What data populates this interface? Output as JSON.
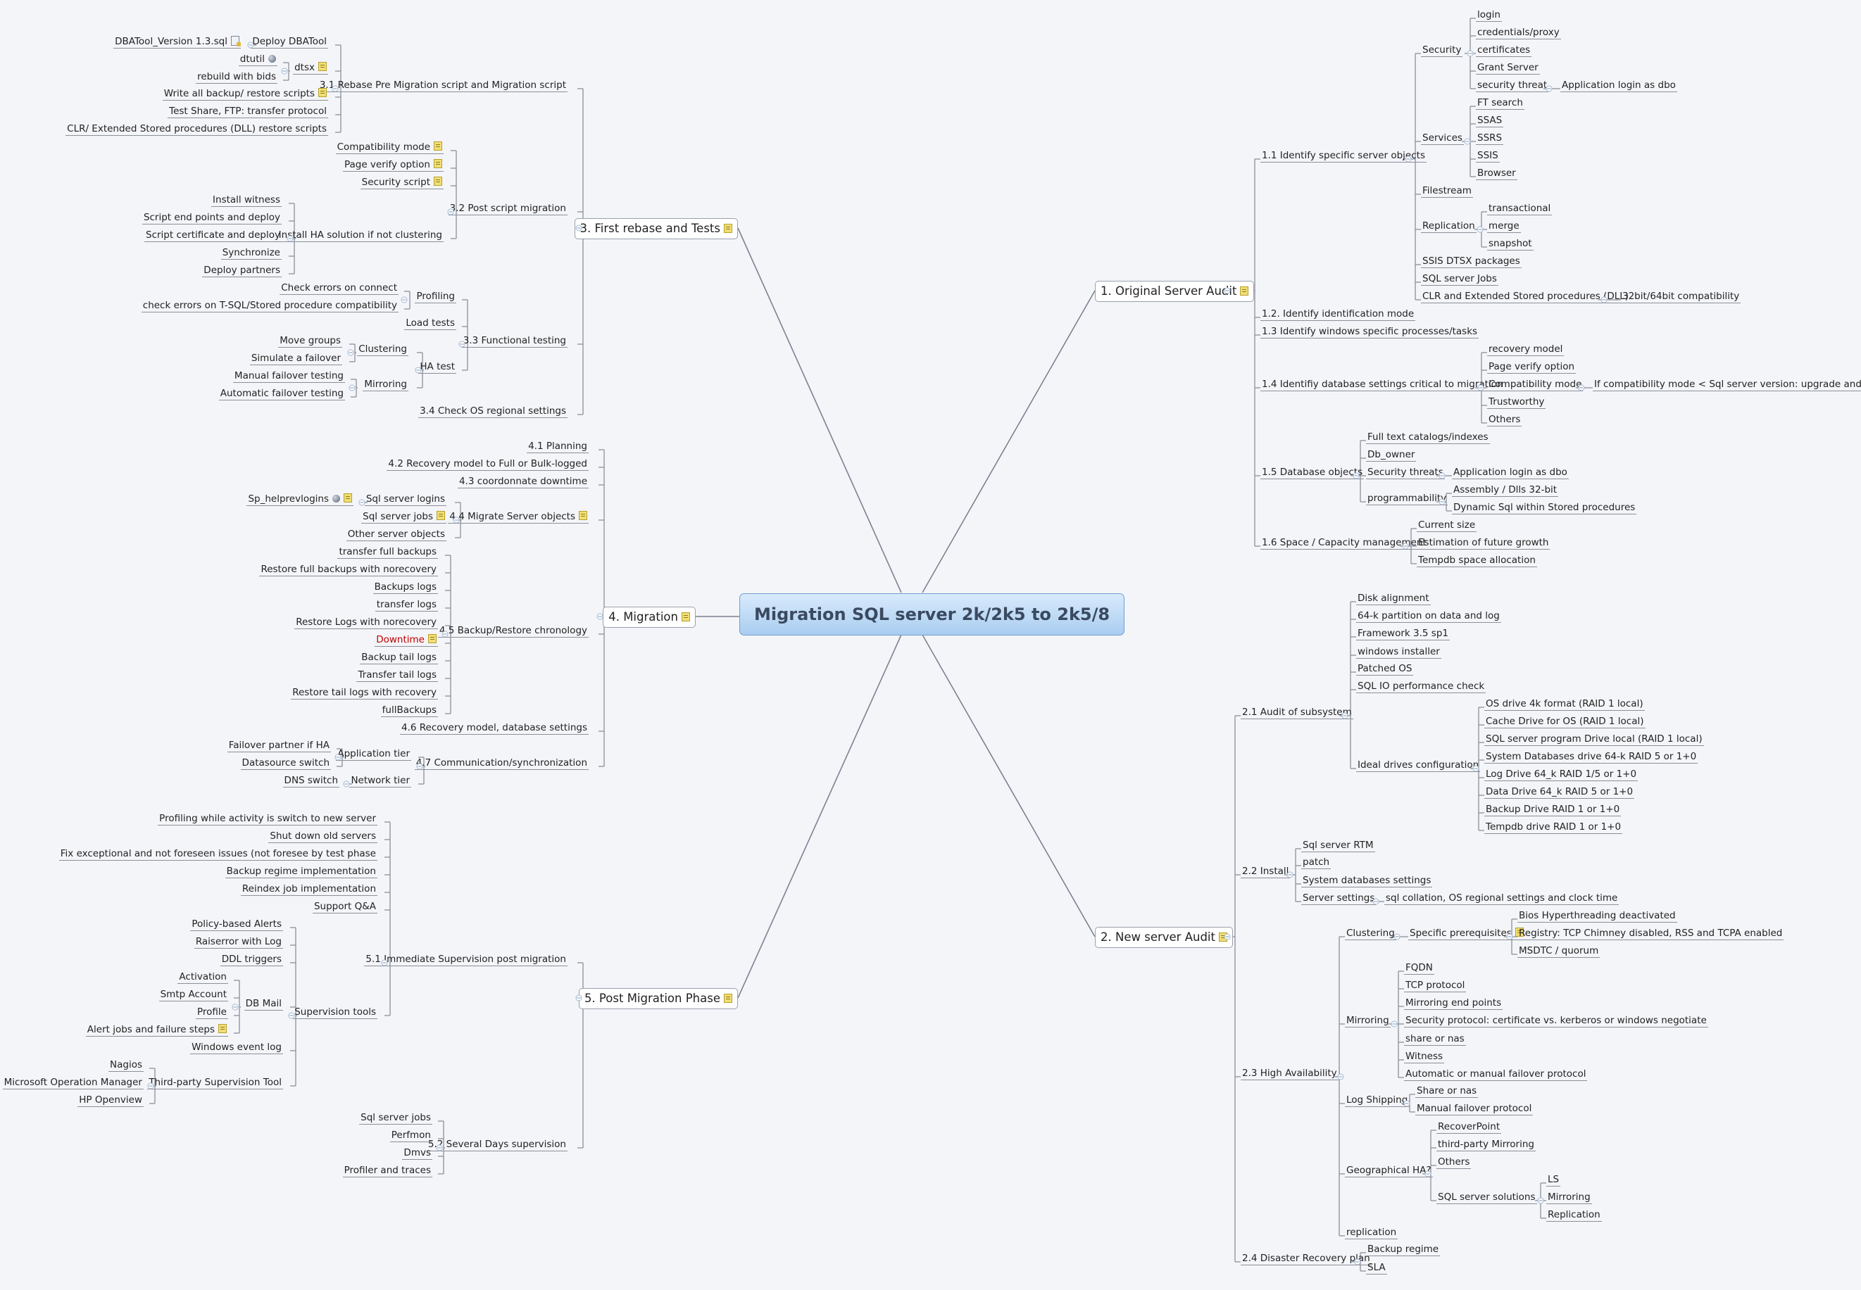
{
  "central": "Migration SQL server 2k/2k5 to 2k5/8",
  "branches": {
    "b1": "1. Original Server Audit",
    "b2": "2. New server Audit",
    "b3": "3. First rebase and Tests",
    "b4": "4. Migration",
    "b5": "5. Post Migration Phase"
  },
  "audit": {
    "s1_1": "1.1 Identify specific server objects",
    "security": "Security",
    "security_items": [
      "login",
      "credentials/proxy",
      "certificates",
      "Grant Server",
      "security threat"
    ],
    "security_threat_detail": "Application login as dbo",
    "services": "Services",
    "services_items": [
      "FT search",
      "SSAS",
      "SSRS",
      "SSIS",
      "Browser"
    ],
    "filestream": "Filestream",
    "replication": "Replication",
    "replication_items": [
      "transactional",
      "merge",
      "snapshot"
    ],
    "ssis_dtsx": "SSIS DTSX packages",
    "sql_jobs": "SQL server Jobs",
    "clr": "CLR and Extended Stored procedures (DLL)",
    "clr_detail": "32bit/64bit compatibility",
    "s1_2": "1.2. Identify identification mode",
    "s1_3": "1.3 Identify windows specific processes/tasks",
    "s1_4": "1.4 Identifiy database settings critical to migration",
    "db_settings": [
      "recovery model",
      "Page verify option",
      "Compatibility mode",
      "Trustworthy",
      "Others"
    ],
    "compat_detail": "If compatibility mode < Sql server version: upgrade and test",
    "s1_5": "1.5 Database objects",
    "db_objects": [
      "Full text catalogs/indexes",
      "Db_owner",
      "Security threats",
      "programmability"
    ],
    "sec_threats_detail": "Application login as dbo",
    "programmability_items": [
      "Assembly / Dlls 32-bit",
      "Dynamic Sql within Stored procedures"
    ],
    "s1_6": "1.6 Space / Capacity management",
    "capacity_items": [
      "Current size",
      "Estimation of future growth",
      "Tempdb space allocation"
    ]
  },
  "newaudit": {
    "s2_1": "2.1 Audit of subsystem",
    "subsystem_items": [
      "Disk alignment",
      "64-k partition on data and log",
      "Framework 3.5 sp1",
      "windows installer",
      "Patched OS",
      "SQL IO performance check"
    ],
    "ideal_drives": "Ideal drives configuration",
    "drives": [
      "OS drive 4k format (RAID 1 local)",
      "Cache Drive for OS (RAID 1 local)",
      "SQL server program Drive local (RAID 1 local)",
      "System Databases drive 64-k RAID 5 or 1+0",
      "Log Drive 64_k RAID 1/5 or 1+0",
      "Data Drive 64_k RAID 5 or 1+0",
      "Backup Drive RAID 1 or 1+0",
      "Tempdb drive RAID 1 or 1+0"
    ],
    "s2_2": "2.2 Install",
    "install_items": [
      "Sql server RTM",
      "patch",
      "System databases settings",
      "Server settings"
    ],
    "server_settings_detail": "sql collation, OS regional settings and clock time",
    "s2_3": "2.3 High Availability",
    "clustering": "Clustering",
    "specific_prereq": "Specific prerequisites",
    "prereq_items": [
      "Bios Hyperthreading deactivated",
      "Registry: TCP Chimney disabled, RSS and TCPA enabled",
      "MSDTC / quorum"
    ],
    "mirroring": "Mirroring",
    "mirroring_items": [
      "FQDN",
      "TCP protocol",
      "Mirroring end points",
      "Security protocol: certificate vs. kerberos or windows negotiate",
      "share or nas",
      "Witness",
      "Automatic or manual failover protocol"
    ],
    "log_shipping": "Log Shipping",
    "ls_items": [
      "Share or nas",
      "Manual failover protocol"
    ],
    "geo_ha": "Geographical HA?",
    "geo_items": [
      "RecoverPoint",
      "third-party Mirroring",
      "Others",
      "SQL server solutions"
    ],
    "sql_solutions": [
      "LS",
      "Mirroring",
      "Replication"
    ],
    "ha_replication": "replication",
    "s2_4": "2.4 Disaster Recovery plan",
    "dr_items": [
      "Backup regime",
      "SLA"
    ]
  },
  "rebase": {
    "s3_1": "3.1 Rebase Pre Migration script and Migration script",
    "deploy_dbatool": "Deploy DBATool",
    "dbatool_file": "DBATool_Version 1.3.sql",
    "dtsx": "dtsx",
    "dtutil": "dtutil",
    "rebuild": "rebuild with bids",
    "rebase_items": [
      "Write all backup/ restore scripts",
      "Test Share, FTP: transfer protocol",
      "CLR/ Extended Stored procedures (DLL) restore scripts"
    ],
    "s3_2": "3.2 Post script migration",
    "post_items": [
      "Compatibility mode",
      "Page verify option",
      "Security script"
    ],
    "install_ha": "Install HA solution if not clustering",
    "ha_items": [
      "Install witness",
      "Script end points and deploy",
      "Script certificate and deploy",
      "Synchronize",
      "Deploy partners"
    ],
    "s3_3": "3.3 Functional testing",
    "profiling": "Profiling",
    "profiling_items": [
      "Check errors on connect",
      "check errors on T-SQL/Stored procedure compatibility"
    ],
    "load_tests": "Load tests",
    "ha_test": "HA test",
    "clustering": "Clustering",
    "clustering_items": [
      "Move groups",
      "Simulate a failover"
    ],
    "mirroring": "Mirroring",
    "mirroring_items": [
      "Manual failover testing",
      "Automatic failover testing"
    ],
    "s3_4": "3.4 Check OS regional settings"
  },
  "migration": {
    "s4_1": "4.1 Planning",
    "s4_2": "4.2 Recovery model to Full or Bulk-logged",
    "s4_3": "4.3 coordonnate downtime",
    "s4_4": "4.4 Migrate Server objects",
    "sql_logins": "Sql server logins",
    "helprevlogins": "Sp_helprevlogins",
    "sql_jobs": "Sql server jobs",
    "other_objects": "Other server objects",
    "s4_5": "4.5 Backup/Restore chronology",
    "chronology": [
      "transfer full backups",
      "Restore full backups with norecovery",
      "Backups logs",
      "transfer logs",
      "Restore Logs with norecovery",
      "Downtime",
      "Backup tail logs",
      "Transfer tail logs",
      "Restore tail logs with recovery",
      "fullBackups"
    ],
    "s4_6": "4.6 Recovery model, database settings",
    "s4_7": "4.7 Communication/synchronization",
    "app_tier": "Application tier",
    "app_tier_items": [
      "Failover partner if HA",
      "Datasource switch"
    ],
    "network_tier": "Network tier",
    "dns_switch": "DNS switch"
  },
  "post": {
    "s5_1": "5.1 Immediate Supervision post migration",
    "immediate_items": [
      "Profiling while activity is switch to new server",
      "Shut down old servers",
      "Fix exceptional and not foreseen issues (not foresee by test phase",
      "Backup regime implementation",
      "Reindex job implementation",
      "Support Q&A"
    ],
    "supervision_tools": "Supervision tools",
    "tools_items": [
      "Policy-based Alerts",
      "Raiserror with Log",
      "DDL triggers"
    ],
    "db_mail": "DB Mail",
    "dbmail_items": [
      "Activation",
      "Smtp Account",
      "Profile",
      "Alert jobs and failure steps"
    ],
    "win_event_log": "Windows event log",
    "third_party": "Third-party Supervision Tool",
    "third_party_items": [
      "Nagios",
      "Microsoft Operation Manager",
      "HP Openview"
    ],
    "s5_2": "5.2 Several Days supervision",
    "several_items": [
      "Sql server jobs",
      "Perfmon",
      "Dmvs",
      "Profiler and traces"
    ]
  }
}
